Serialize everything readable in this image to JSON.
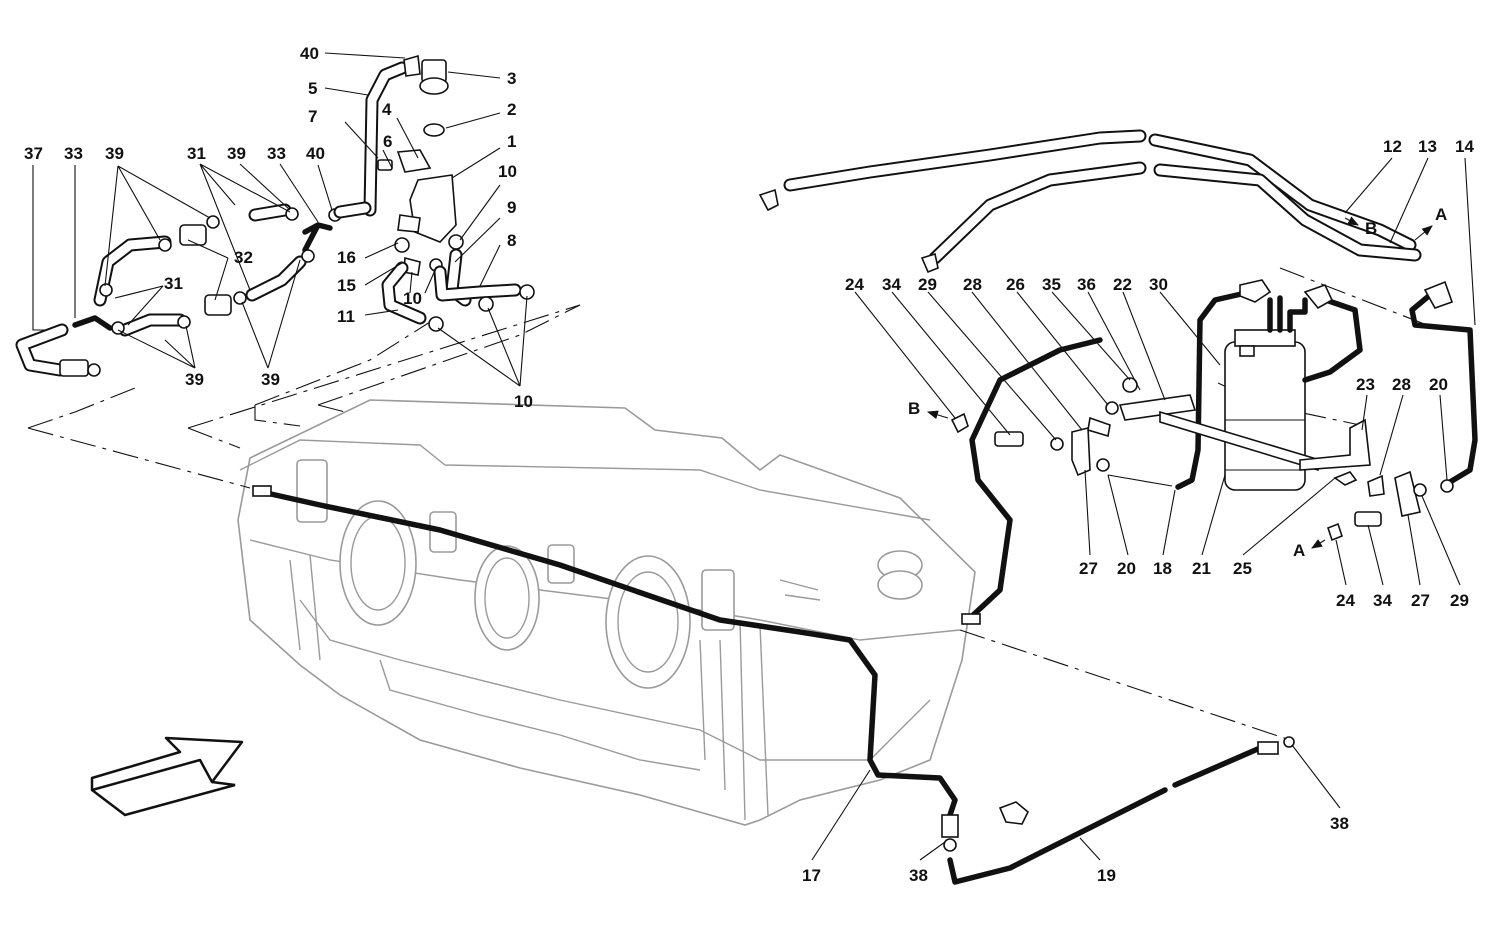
{
  "callouts": [
    {
      "id": "c40a",
      "text": "40"
    },
    {
      "id": "c5",
      "text": "5"
    },
    {
      "id": "c3",
      "text": "3"
    },
    {
      "id": "c7",
      "text": "7"
    },
    {
      "id": "c4",
      "text": "4"
    },
    {
      "id": "c2",
      "text": "2"
    },
    {
      "id": "c1",
      "text": "1"
    },
    {
      "id": "c37",
      "text": "37"
    },
    {
      "id": "c33a",
      "text": "33"
    },
    {
      "id": "c39a",
      "text": "39"
    },
    {
      "id": "c31a",
      "text": "31"
    },
    {
      "id": "c39b",
      "text": "39"
    },
    {
      "id": "c33b",
      "text": "33"
    },
    {
      "id": "c40b",
      "text": "40"
    },
    {
      "id": "c6",
      "text": "6"
    },
    {
      "id": "c10a",
      "text": "10"
    },
    {
      "id": "c9",
      "text": "9"
    },
    {
      "id": "c8",
      "text": "8"
    },
    {
      "id": "c32",
      "text": "32"
    },
    {
      "id": "c16",
      "text": "16"
    },
    {
      "id": "c15",
      "text": "15"
    },
    {
      "id": "c10b",
      "text": "10"
    },
    {
      "id": "c11",
      "text": "11"
    },
    {
      "id": "c31b",
      "text": "31"
    },
    {
      "id": "c39c",
      "text": "39"
    },
    {
      "id": "c39d",
      "text": "39"
    },
    {
      "id": "c10c",
      "text": "10"
    },
    {
      "id": "c12",
      "text": "12"
    },
    {
      "id": "c13",
      "text": "13"
    },
    {
      "id": "c14",
      "text": "14"
    },
    {
      "id": "c24a",
      "text": "24"
    },
    {
      "id": "c34a",
      "text": "34"
    },
    {
      "id": "c29a",
      "text": "29"
    },
    {
      "id": "c28a",
      "text": "28"
    },
    {
      "id": "c26",
      "text": "26"
    },
    {
      "id": "c35",
      "text": "35"
    },
    {
      "id": "c36",
      "text": "36"
    },
    {
      "id": "c22",
      "text": "22"
    },
    {
      "id": "c30",
      "text": "30"
    },
    {
      "id": "c23",
      "text": "23"
    },
    {
      "id": "c28b",
      "text": "28"
    },
    {
      "id": "c20a",
      "text": "20"
    },
    {
      "id": "c27a",
      "text": "27"
    },
    {
      "id": "c20b",
      "text": "20"
    },
    {
      "id": "c18",
      "text": "18"
    },
    {
      "id": "c21",
      "text": "21"
    },
    {
      "id": "c25",
      "text": "25"
    },
    {
      "id": "c24b",
      "text": "24"
    },
    {
      "id": "c34b",
      "text": "34"
    },
    {
      "id": "c27b",
      "text": "27"
    },
    {
      "id": "c29b",
      "text": "29"
    },
    {
      "id": "c17",
      "text": "17"
    },
    {
      "id": "c38a",
      "text": "38"
    },
    {
      "id": "c19",
      "text": "19"
    },
    {
      "id": "c38b",
      "text": "38"
    }
  ],
  "markers": [
    {
      "id": "mB1",
      "text": "B"
    },
    {
      "id": "mA1",
      "text": "A"
    },
    {
      "id": "mB2",
      "text": "B"
    },
    {
      "id": "mA2",
      "text": "A"
    }
  ]
}
